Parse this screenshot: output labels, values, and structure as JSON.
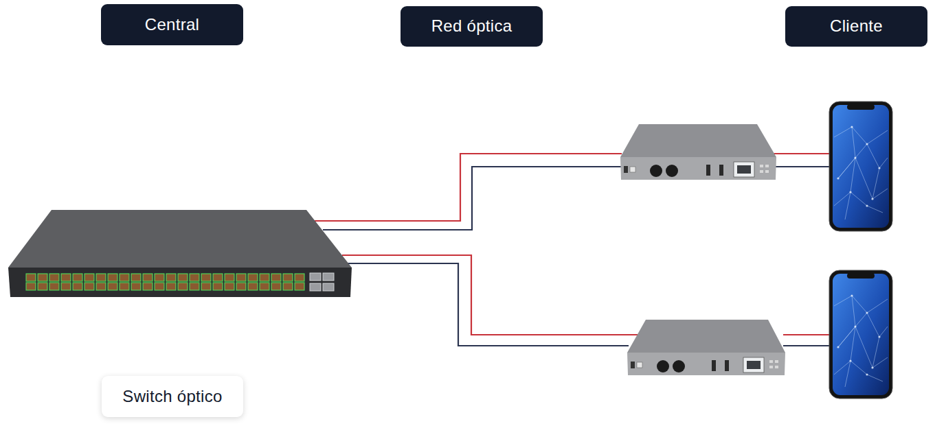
{
  "diagram": {
    "nodes": [
      {
        "text": [
          "Central"
        ]
      },
      {
        "text": [
          "Red óptica"
        ]
      },
      {
        "text": [
          "Cliente"
        ]
      },
      {
        "text": [
          "Switch óptico"
        ]
      }
    ]
  }
}
